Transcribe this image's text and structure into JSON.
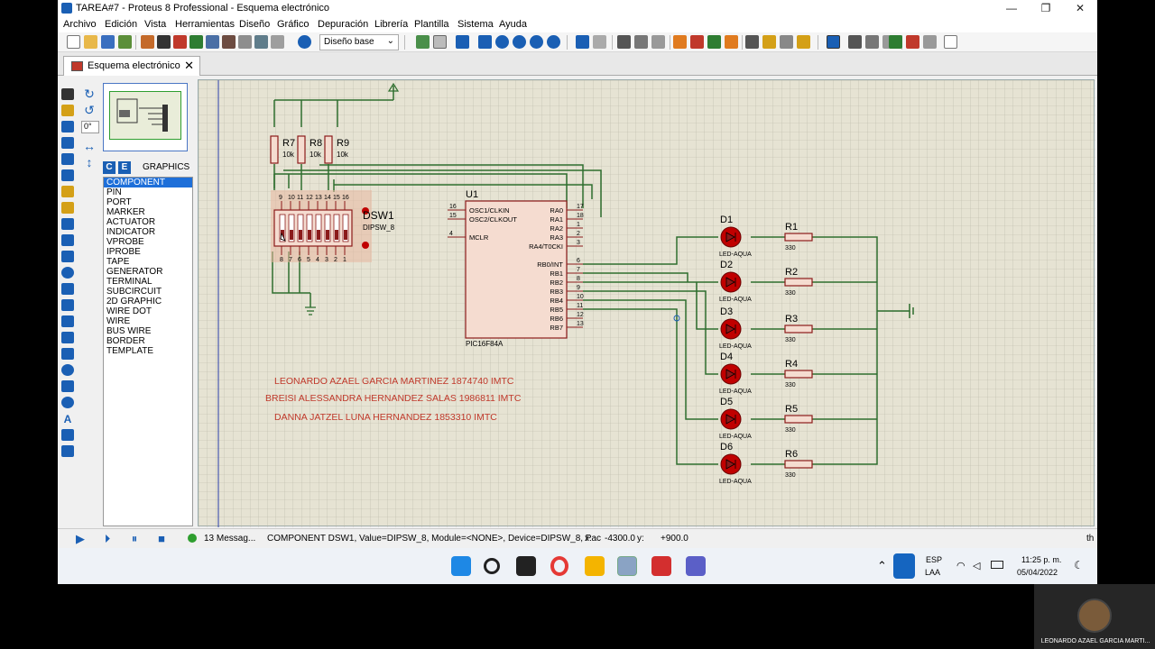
{
  "window": {
    "title": "TAREA#7 - Proteus 8 Professional - Esquema electrónico",
    "min": "—",
    "max": "❐",
    "close": "✕"
  },
  "menu": [
    "Archivo",
    "Edición",
    "Vista",
    "Herramientas",
    "Diseño",
    "Gráfico",
    "Depuración",
    "Librería",
    "Plantilla",
    "Sistema",
    "Ayuda"
  ],
  "toolbar": {
    "layer_select": "Diseño base"
  },
  "tab": {
    "label": "Esquema electrónico"
  },
  "left_panel": {
    "angle": "0°",
    "selector_title": "GRAPHICS",
    "selector_btn_c": "C",
    "selector_btn_e": "E",
    "modes": [
      "COMPONENT",
      "PIN",
      "PORT",
      "MARKER",
      "ACTUATOR",
      "INDICATOR",
      "VPROBE",
      "IPROBE",
      "TAPE",
      "GENERATOR",
      "TERMINAL",
      "SUBCIRCUIT",
      "2D GRAPHIC",
      "WIRE DOT",
      "WIRE",
      "BUS WIRE",
      "BORDER",
      "TEMPLATE"
    ]
  },
  "schematic": {
    "resistors_top": [
      {
        "ref": "R7",
        "value": "10k"
      },
      {
        "ref": "R8",
        "value": "10k"
      },
      {
        "ref": "R9",
        "value": "10k"
      }
    ],
    "dipsw": {
      "ref": "DSW1",
      "device": "DIPSW_8",
      "top_pins": [
        "9",
        "10",
        "11",
        "12",
        "13",
        "14",
        "15",
        "16"
      ],
      "bottom_pins": [
        "8",
        "7",
        "6",
        "5",
        "4",
        "3",
        "2",
        "1"
      ]
    },
    "mcu": {
      "ref": "U1",
      "part": "PIC16F84A",
      "left_pins": [
        {
          "num": "16",
          "name": "OSC1/CLKIN"
        },
        {
          "num": "15",
          "name": "OSC2/CLKOUT"
        },
        {
          "num": "4",
          "name": "MCLR"
        }
      ],
      "right_pins": [
        {
          "num": "17",
          "name": "RA0"
        },
        {
          "num": "18",
          "name": "RA1"
        },
        {
          "num": "1",
          "name": "RA2"
        },
        {
          "num": "2",
          "name": "RA3"
        },
        {
          "num": "3",
          "name": "RA4/T0CKI"
        },
        {
          "num": "6",
          "name": "RB0/INT"
        },
        {
          "num": "7",
          "name": "RB1"
        },
        {
          "num": "8",
          "name": "RB2"
        },
        {
          "num": "9",
          "name": "RB3"
        },
        {
          "num": "10",
          "name": "RB4"
        },
        {
          "num": "11",
          "name": "RB5"
        },
        {
          "num": "12",
          "name": "RB6"
        },
        {
          "num": "13",
          "name": "RB7"
        }
      ]
    },
    "leds": [
      {
        "ref": "D1",
        "type": "LED-AQUA",
        "res": "R1",
        "val": "330"
      },
      {
        "ref": "D2",
        "type": "LED-AQUA",
        "res": "R2",
        "val": "330"
      },
      {
        "ref": "D3",
        "type": "LED-AQUA",
        "res": "R3",
        "val": "330"
      },
      {
        "ref": "D4",
        "type": "LED-AQUA",
        "res": "R4",
        "val": "330"
      },
      {
        "ref": "D5",
        "type": "LED-AQUA",
        "res": "R5",
        "val": "330"
      },
      {
        "ref": "D6",
        "type": "LED-AQUA",
        "res": "R6",
        "val": "330"
      }
    ],
    "names": [
      "LEONARDO AZAEL GARCIA MARTINEZ 1874740 IMTC",
      "BREISI ALESSANDRA HERNANDEZ SALAS 1986811 IMTC",
      "DANNA JATZEL LUNA HERNANDEZ 1853310   IMTC"
    ]
  },
  "status": {
    "messages": "13 Messag...",
    "info": "COMPONENT DSW1, Value=DIPSW_8, Module=<NONE>, Device=DIPSW_8, Pac",
    "x_label": "x:",
    "x_value": "-4300.0",
    "y_label": "y:",
    "y_value": "+900.0",
    "unit": "th"
  },
  "taskbar": {
    "lang1": "ESP",
    "lang2": "LAA",
    "time": "11:25 p. m.",
    "date": "05/04/2022"
  },
  "webcam": {
    "name": "LEONARDO AZAEL GARCIA MARTI..."
  },
  "colors": {
    "wire": "#2e6e2e",
    "part": "#8b1a1a",
    "led": "#c00000",
    "canvas": "#e6e3d3",
    "names_text": "#c0392b"
  }
}
